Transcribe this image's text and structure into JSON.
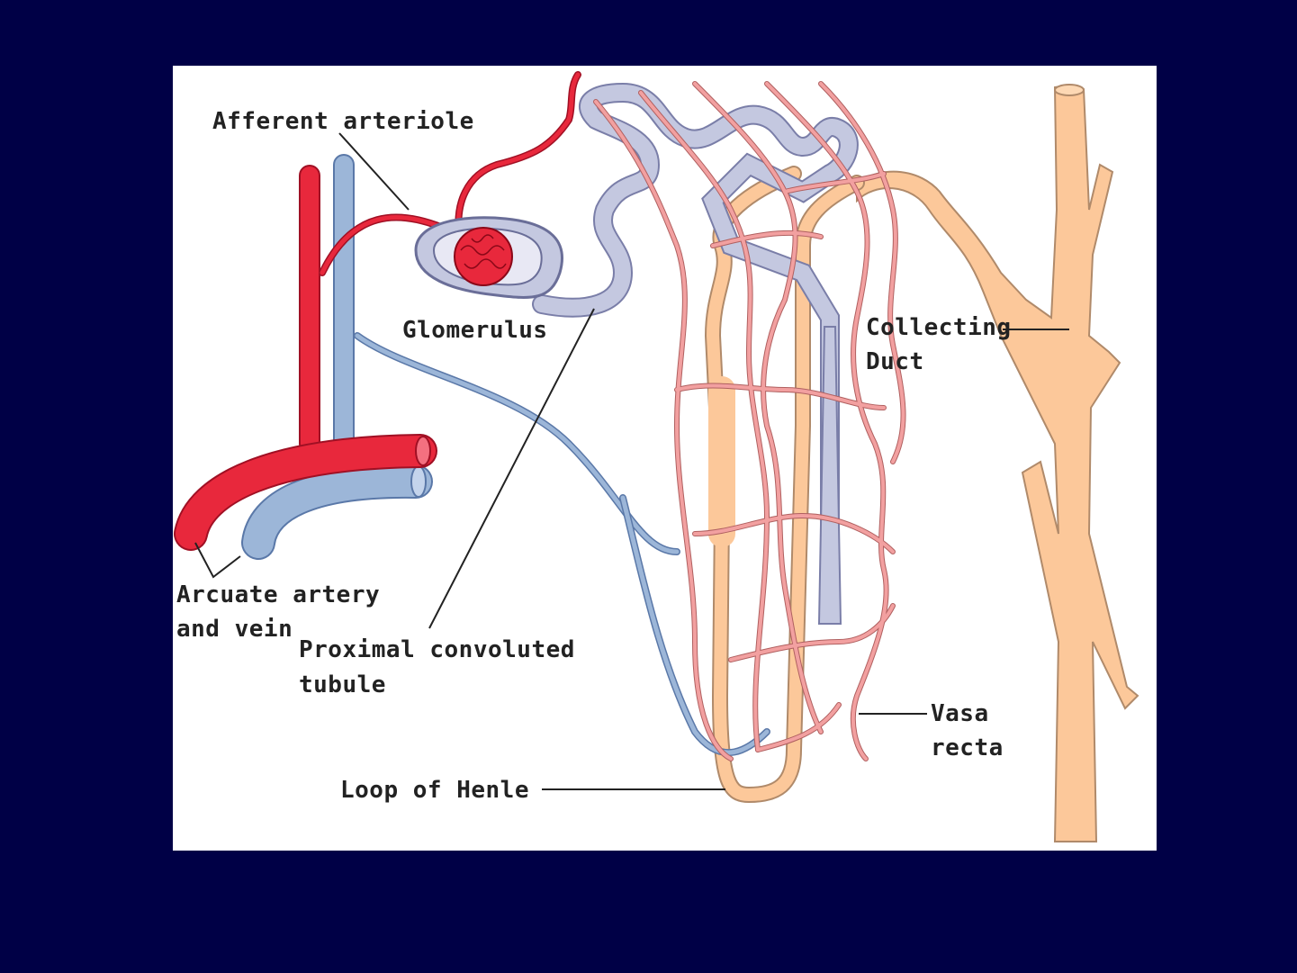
{
  "labels": {
    "afferent_arteriole": "Afferent arteriole",
    "glomerulus": "Glomerulus",
    "collecting_duct_1": "Collecting",
    "collecting_duct_2": "Duct",
    "arcuate_1": "Arcuate artery",
    "arcuate_2": "and vein",
    "proximal_1": "Proximal convoluted",
    "proximal_2": "tubule",
    "vasa_1": "Vasa",
    "vasa_2": "recta",
    "loop_of_henle": "Loop of Henle"
  },
  "colors": {
    "background": "#000046",
    "panel": "#ffffff",
    "artery": "#e8283c",
    "vein": "#9cb6d8",
    "tubule": "#c4c8e0",
    "capillary": "#f2a0a0",
    "collecting_duct": "#fcc89a",
    "leader_line": "#222222"
  }
}
